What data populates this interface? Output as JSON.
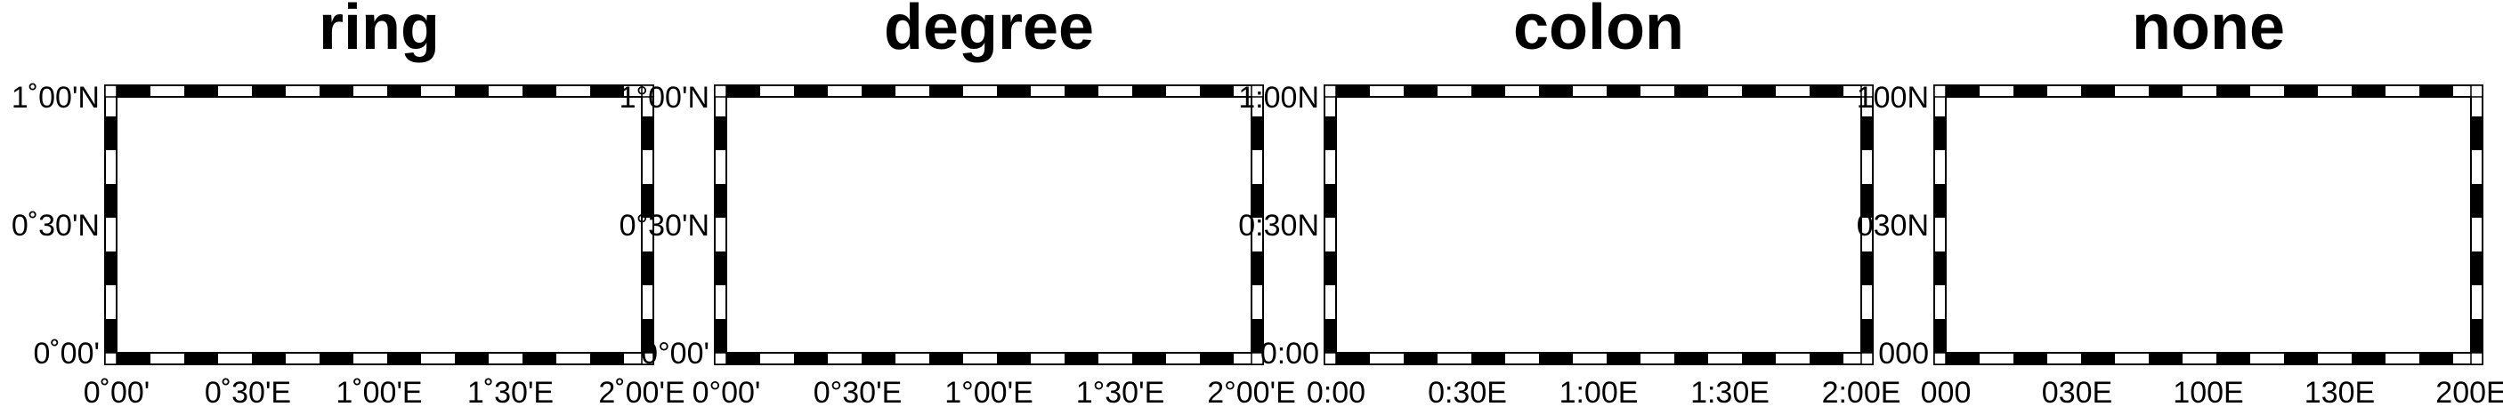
{
  "chart_data": [
    {
      "type": "map-frame",
      "title": "ring",
      "xlim": [
        0,
        2
      ],
      "ylim": [
        0,
        1
      ],
      "frame": "fancy checkerboard",
      "x_ticks": [
        {
          "value": 0,
          "label": "0˚00'"
        },
        {
          "value": 0.5,
          "label": "0˚30'E"
        },
        {
          "value": 1,
          "label": "1˚00'E"
        },
        {
          "value": 1.5,
          "label": "1˚30'E"
        },
        {
          "value": 2,
          "label": "2˚00'E"
        }
      ],
      "y_ticks": [
        {
          "value": 0,
          "label": "0˚00'"
        },
        {
          "value": 0.5,
          "label": "0˚30'N"
        },
        {
          "value": 1,
          "label": "1˚00'N"
        }
      ]
    },
    {
      "type": "map-frame",
      "title": "degree",
      "xlim": [
        0,
        2
      ],
      "ylim": [
        0,
        1
      ],
      "frame": "fancy checkerboard",
      "x_ticks": [
        {
          "value": 0,
          "label": "0°00'"
        },
        {
          "value": 0.5,
          "label": "0°30'E"
        },
        {
          "value": 1,
          "label": "1°00'E"
        },
        {
          "value": 1.5,
          "label": "1°30'E"
        },
        {
          "value": 2,
          "label": "2°00'E"
        }
      ],
      "y_ticks": [
        {
          "value": 0,
          "label": "0°00'"
        },
        {
          "value": 0.5,
          "label": "0°30'N"
        },
        {
          "value": 1,
          "label": "1°00'N"
        }
      ]
    },
    {
      "type": "map-frame",
      "title": "colon",
      "xlim": [
        0,
        2
      ],
      "ylim": [
        0,
        1
      ],
      "frame": "fancy checkerboard",
      "x_ticks": [
        {
          "value": 0,
          "label": "0:00"
        },
        {
          "value": 0.5,
          "label": "0:30E"
        },
        {
          "value": 1,
          "label": "1:00E"
        },
        {
          "value": 1.5,
          "label": "1:30E"
        },
        {
          "value": 2,
          "label": "2:00E"
        }
      ],
      "y_ticks": [
        {
          "value": 0,
          "label": "0:00"
        },
        {
          "value": 0.5,
          "label": "0:30N"
        },
        {
          "value": 1,
          "label": "1:00N"
        }
      ]
    },
    {
      "type": "map-frame",
      "title": "none",
      "xlim": [
        0,
        2
      ],
      "ylim": [
        0,
        1
      ],
      "frame": "fancy checkerboard",
      "x_ticks": [
        {
          "value": 0,
          "label": "000"
        },
        {
          "value": 0.5,
          "label": "030E"
        },
        {
          "value": 1,
          "label": "100E"
        },
        {
          "value": 1.5,
          "label": "130E"
        },
        {
          "value": 2,
          "label": "200E"
        }
      ],
      "y_ticks": [
        {
          "value": 0,
          "label": "000"
        },
        {
          "value": 0.5,
          "label": "030N"
        },
        {
          "value": 1,
          "label": "100N"
        }
      ]
    }
  ]
}
